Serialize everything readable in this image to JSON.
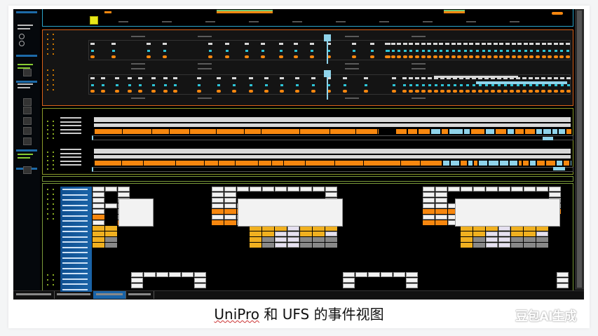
{
  "caption": {
    "prefix": "UniPro",
    "rest": " 和 UFS 的事件视图"
  },
  "watermark": "豆包AI生成",
  "colors": {
    "background": "#000000",
    "top_panel_border": "#2aa3c8",
    "middle_panel_border": "#d9621a",
    "timeline_panel_border": "#8a9a2a",
    "bottom_panel_border": "#7a9a3a",
    "accent_orange": "#f7870f",
    "accent_cyan": "#2ec4d6",
    "accent_light_blue": "#8fd3ea",
    "accent_yellow": "#f0b020",
    "sidebar_list_blue": "#1a64a8",
    "highlight_marker": "#e8e81a"
  },
  "bottom_tabs": {
    "count": 4,
    "active_index": 2
  },
  "scrollbar": {
    "position_fraction": 0.0
  }
}
